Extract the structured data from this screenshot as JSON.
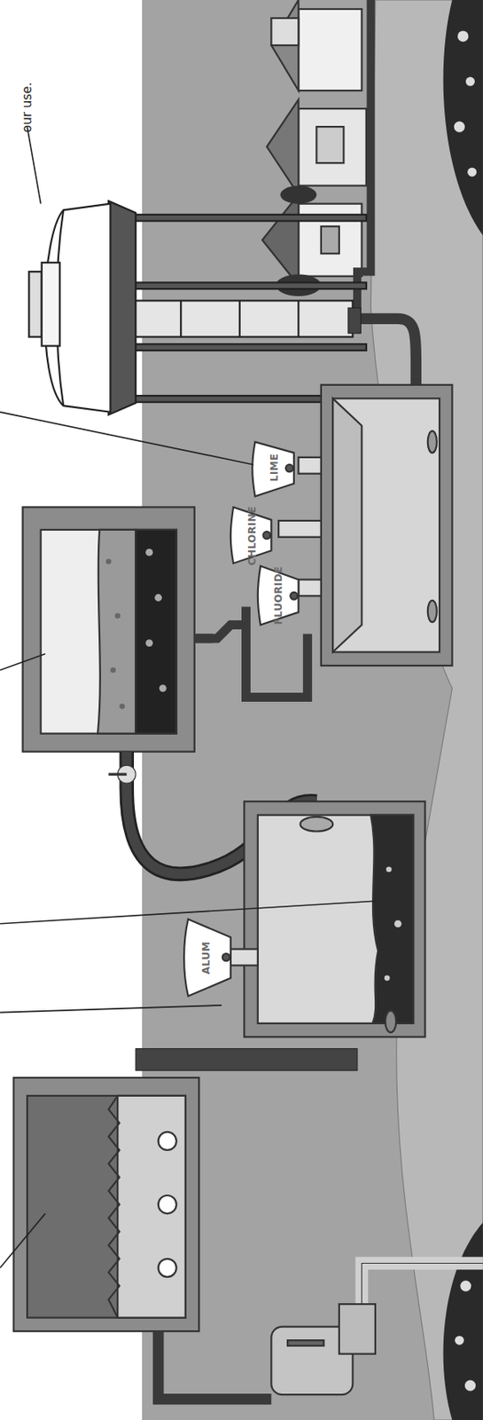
{
  "diagram": {
    "nodes": [
      {
        "text": [
          "ALUM"
        ]
      },
      {
        "text": [
          "FLUORIDE"
        ]
      },
      {
        "text": [
          "CHLORINE"
        ]
      },
      {
        "text": [
          "LIME"
        ]
      }
    ],
    "labels": [
      "our use."
    ]
  }
}
